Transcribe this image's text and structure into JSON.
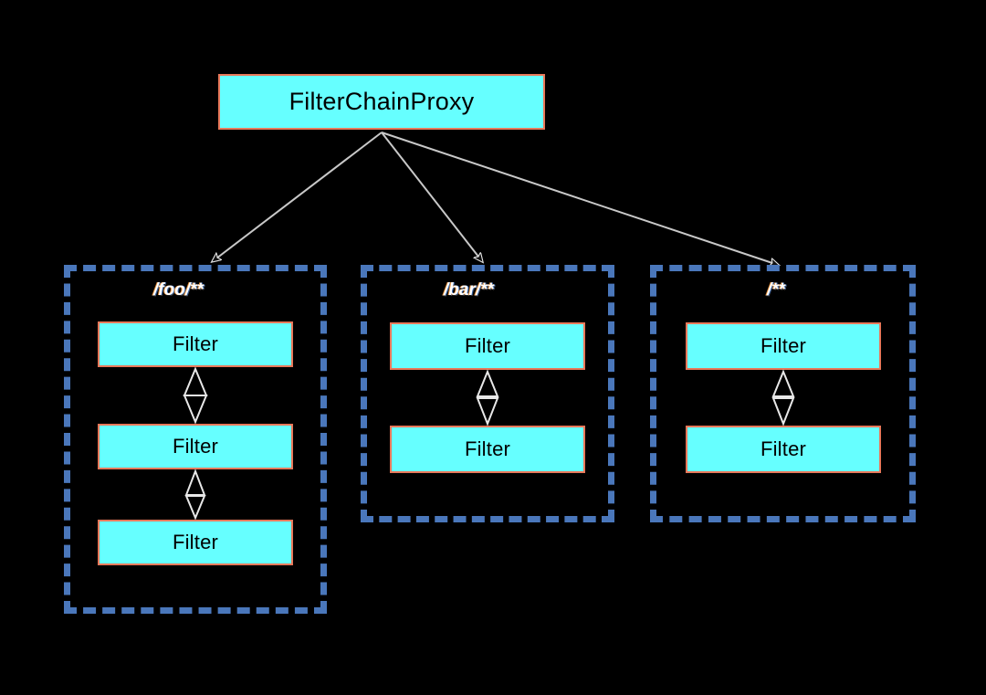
{
  "diagram": {
    "title": "FilterChainProxy",
    "background_color": "#000000",
    "node_fill": "#66FFFF",
    "node_border": "#E8785A",
    "chain_border": "#4A77BB",
    "connector_color": "#FFFFFF",
    "edge_color": "#CCCCCC",
    "root": {
      "label": "FilterChainProxy"
    },
    "chains": [
      {
        "pattern": "/foo/**",
        "filters": [
          {
            "label": "Filter"
          },
          {
            "label": "Filter"
          },
          {
            "label": "Filter"
          }
        ]
      },
      {
        "pattern": "/bar/**",
        "filters": [
          {
            "label": "Filter"
          },
          {
            "label": "Filter"
          }
        ]
      },
      {
        "pattern": "/**",
        "filters": [
          {
            "label": "Filter"
          },
          {
            "label": "Filter"
          }
        ]
      }
    ]
  }
}
